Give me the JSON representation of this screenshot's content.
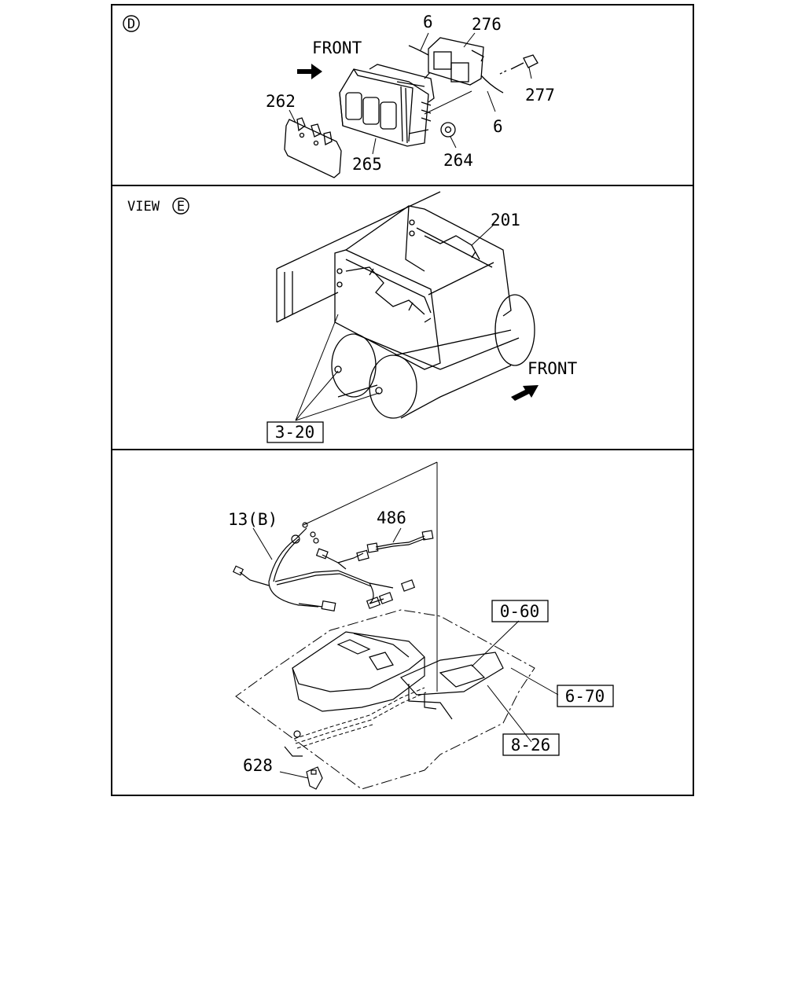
{
  "panel_d": {
    "marker": "D",
    "front_label": "FRONT",
    "labels": {
      "p6_top": "6",
      "p276": "276",
      "p277": "277",
      "p6_bottom": "6",
      "p262": "262",
      "p265": "265",
      "p264": "264"
    }
  },
  "panel_e": {
    "view_text": "VIEW",
    "marker": "E",
    "front_label": "FRONT",
    "labels": {
      "p201": "201"
    },
    "ref_box": "3-20"
  },
  "panel_wiring": {
    "labels": {
      "p13b": "13(B)",
      "p486": "486",
      "p628": "628"
    },
    "ref_boxes": {
      "r060": "0-60",
      "r670": "6-70",
      "r826": "8-26"
    }
  }
}
